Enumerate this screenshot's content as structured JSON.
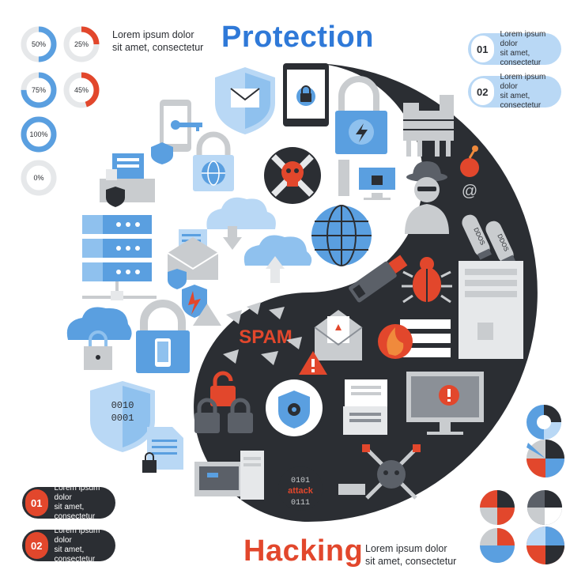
{
  "protection": {
    "title": "Protection",
    "intro_line1": "Lorem ipsum dolor",
    "intro_line2": "sit amet, consectetur"
  },
  "hacking": {
    "title": "Hacking",
    "intro_line1": "Lorem ipsum dolor",
    "intro_line2": "sit amet, consectetur"
  },
  "protection_steps": [
    {
      "num": "01",
      "line1": "Lorem ipsum dolor",
      "line2": "sit amet, consectetur"
    },
    {
      "num": "02",
      "line1": "Lorem ipsum dolor",
      "line2": "sit amet, consectetur"
    }
  ],
  "hacking_steps": [
    {
      "num": "01",
      "line1": "Lorem ipsum dolor",
      "line2": "sit amet, consectetur"
    },
    {
      "num": "02",
      "line1": "Lorem ipsum dolor",
      "line2": "sit amet, consectetur"
    }
  ],
  "percent_donuts": [
    {
      "label": "50%",
      "value": 0.5,
      "color": "#5a9fe0"
    },
    {
      "label": "25%",
      "value": 0.25,
      "color": "#e2472c"
    },
    {
      "label": "75%",
      "value": 0.75,
      "color": "#5a9fe0"
    },
    {
      "label": "45%",
      "value": 0.45,
      "color": "#e2472c"
    },
    {
      "label": "100%",
      "value": 1.0,
      "color": "#5a9fe0"
    },
    {
      "label": "0%",
      "value": 0.0,
      "color": "#5a9fe0"
    }
  ],
  "spam_label": "SPAM",
  "attack_label": "attack",
  "binary_badge": {
    "line1": "0010",
    "line2": "0001"
  },
  "binary_stamp": {
    "line1": "0101",
    "line2": "0111"
  },
  "ddos_label": "DDOS",
  "at_symbol": "@",
  "colors": {
    "blue": "#5a9fe0",
    "light_blue": "#b9d8f5",
    "dark": "#2b2e33",
    "red": "#e2472c",
    "orange": "#f08a3c",
    "gray": "#c9cccf"
  },
  "icons": [
    "shield-mail-icon",
    "tablet-lock-icon",
    "padlock-lightning-icon",
    "phone-key-icon",
    "globe-padlock-icon",
    "server-rack-icon",
    "cloud-download-icon",
    "cloud-upload-icon",
    "globe-icon",
    "skull-crossbones-icon",
    "computer-lock-icon",
    "trojan-horse-icon",
    "hacker-spy-icon",
    "bomb-icon",
    "usb-drive-icon",
    "bug-virus-icon",
    "firewall-icon",
    "pc-tower-icon",
    "spam-envelope-icon",
    "warning-icon",
    "shield-gear-icon",
    "broken-chain-icon",
    "cloud-lock-icon",
    "padlock-phone-icon",
    "shield-binary-icon",
    "document-lock-icon",
    "desktop-computer-icon",
    "crossed-swords-skull-icon",
    "monitor-alert-icon",
    "documents-icon"
  ]
}
